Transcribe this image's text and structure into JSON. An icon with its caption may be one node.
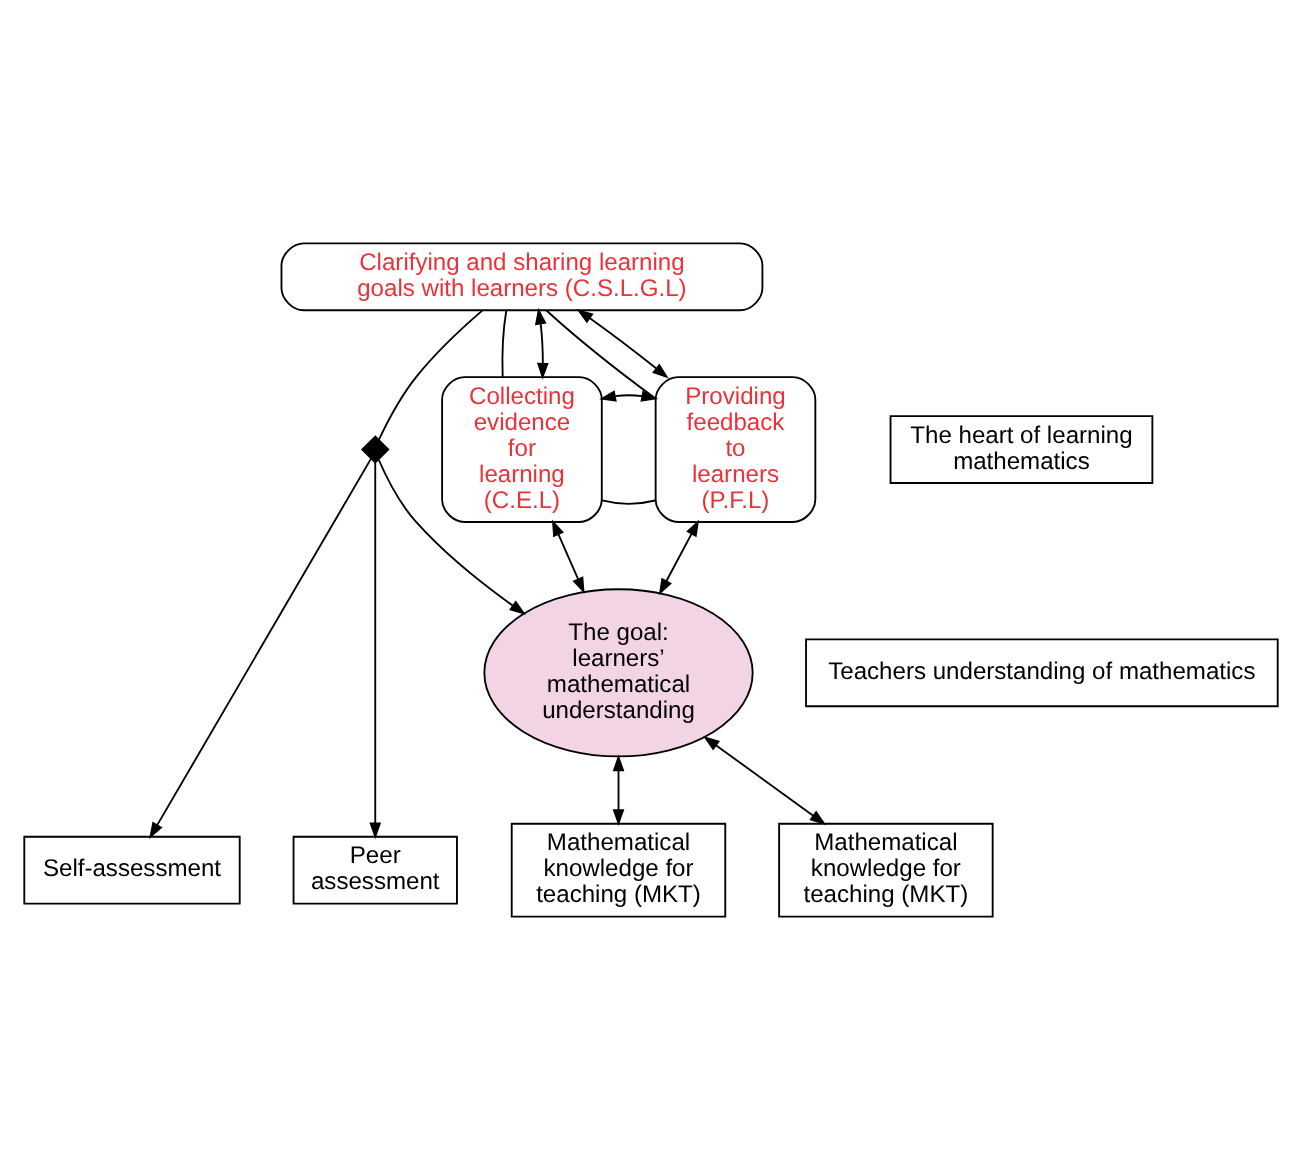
{
  "diagram": {
    "nodes": [
      {
        "text": [
          "Clarifying and sharing learning goals with learners (C.S.L.G.L)"
        ]
      },
      {
        "text": [
          "Mathematical knowledge for teaching (MKT)"
        ]
      },
      {
        "text": [
          "Peer assessment"
        ]
      },
      {
        "text": [
          "Self-assessment"
        ]
      },
      {
        "text": [
          "Mathematical knowledge for teaching (MKT)"
        ]
      },
      {
        "text": [
          "The goal: learners’ mathematical understanding"
        ]
      },
      {
        "text": [
          "Collecting evidence for learning (C.E.L)"
        ]
      },
      {
        "text": [
          "The heart of learning mathematics"
        ]
      },
      {
        "text": [
          "Providing feedback to learners (P.F.L)"
        ]
      },
      {
        "text": [
          "Teachers understanding of mathematics"
        ]
      },
      {
        "text": [],
        "shape": "diamond"
      }
    ],
    "edges": [
      {
        "from": 6,
        "to": 0,
        "arrow": "both"
      },
      {
        "from": 8,
        "to": 0,
        "arrow": "both"
      },
      {
        "from": 0,
        "to": 10,
        "arrow": "none"
      },
      {
        "from": 10,
        "to": 5,
        "arrow": "to"
      },
      {
        "from": 10,
        "to": 2,
        "arrow": "to"
      },
      {
        "from": 10,
        "to": 3,
        "arrow": "to"
      },
      {
        "from": 1,
        "to": 5,
        "arrow": "both"
      },
      {
        "from": 5,
        "to": 4,
        "arrow": "both"
      },
      {
        "from": 6,
        "to": 5,
        "arrow": "both"
      },
      {
        "from": 8,
        "to": 5,
        "arrow": "both"
      },
      {
        "from": 0,
        "to": 6,
        "arrow": "none"
      },
      {
        "from": 0,
        "to": 8,
        "arrow": "none"
      },
      {
        "from": 6,
        "to": 8,
        "arrow": "none"
      },
      {
        "from": 6,
        "to": 8,
        "arrow": "both"
      }
    ]
  }
}
